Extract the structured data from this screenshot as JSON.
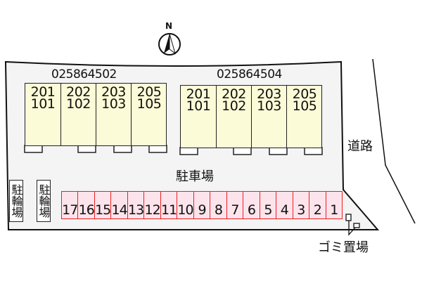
{
  "compass": {
    "label": "N"
  },
  "buildings": [
    {
      "id": "025864502",
      "units": [
        {
          "upper": "201",
          "lower": "101"
        },
        {
          "upper": "202",
          "lower": "102"
        },
        {
          "upper": "203",
          "lower": "103"
        },
        {
          "upper": "205",
          "lower": "105"
        }
      ]
    },
    {
      "id": "025864504",
      "units": [
        {
          "upper": "201",
          "lower": "101"
        },
        {
          "upper": "202",
          "lower": "102"
        },
        {
          "upper": "203",
          "lower": "103"
        },
        {
          "upper": "205",
          "lower": "105"
        }
      ]
    }
  ],
  "parking_label": "駐車場",
  "parking_spaces": [
    "17",
    "16",
    "15",
    "14",
    "13",
    "12",
    "11",
    "10",
    "9",
    "8",
    "7",
    "6",
    "5",
    "4",
    "3",
    "2",
    "1"
  ],
  "bike_parking": [
    "駐輪場",
    "駐輪場"
  ],
  "road_label": "道路",
  "garbage_label": "ゴミ置場",
  "colors": {
    "building": "#fbfbd8",
    "parking_fill": "#fde4ec",
    "parking_border": "#e82020",
    "lot": "#f4f4f4"
  }
}
